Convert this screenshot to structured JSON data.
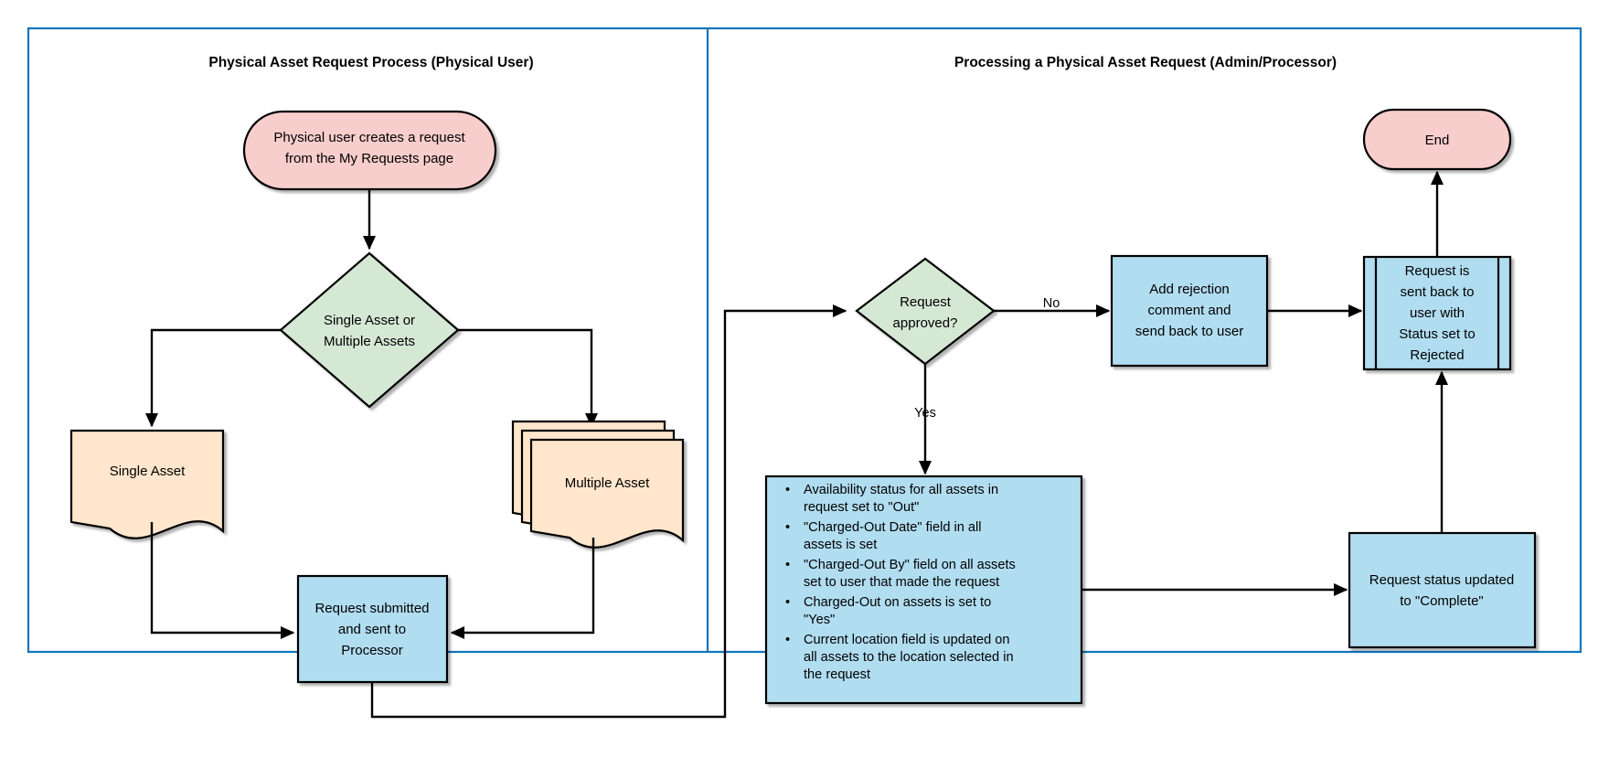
{
  "diagram": {
    "type": "flowchart",
    "panels": [
      {
        "id": "left",
        "title": "Physical Asset Request Process (Physical User)"
      },
      {
        "id": "right",
        "title": "Processing a Physical Asset Request (Admin/Processor)"
      }
    ],
    "colors": {
      "panel_border": "#0e76bc",
      "terminal_fill": "#f8cecc",
      "decision_fill": "#d5e8d4",
      "document_fill": "#ffe6cc",
      "process_fill": "#b1ddf0",
      "shape_stroke": "#000000",
      "connector": "#000000"
    },
    "nodes": [
      {
        "id": "start",
        "shape": "terminal",
        "panel": "left",
        "lines": [
          "Physical user creates a request",
          "from the My Requests page"
        ]
      },
      {
        "id": "single-or-multiple",
        "shape": "decision",
        "panel": "left",
        "lines": [
          "Single Asset or",
          "Multiple Assets"
        ]
      },
      {
        "id": "single-asset",
        "shape": "document",
        "panel": "left",
        "lines": [
          "Single Asset"
        ]
      },
      {
        "id": "multiple-asset",
        "shape": "multi-document",
        "panel": "left",
        "lines": [
          "Multiple Asset"
        ]
      },
      {
        "id": "request-submitted",
        "shape": "process",
        "panel": "left",
        "lines": [
          "Request submitted",
          "and sent to",
          "Processor"
        ]
      },
      {
        "id": "request-approved",
        "shape": "decision",
        "panel": "right",
        "lines": [
          "Request",
          "approved?"
        ]
      },
      {
        "id": "add-rejection-comment",
        "shape": "process",
        "panel": "right",
        "lines": [
          "Add rejection",
          "comment and",
          "send back to user"
        ]
      },
      {
        "id": "sent-back-rejected",
        "shape": "predefined-process",
        "panel": "right",
        "lines": [
          "Request is",
          "sent back to",
          "user with",
          "Status set to",
          "Rejected"
        ]
      },
      {
        "id": "end",
        "shape": "terminal",
        "panel": "right",
        "lines": [
          "End"
        ]
      },
      {
        "id": "asset-updates",
        "shape": "process",
        "panel": "right",
        "bullets": [
          [
            "Availability status for all assets in",
            "request set to \"Out\""
          ],
          [
            "\"Charged-Out Date\" field in all",
            "assets is set"
          ],
          [
            "\"Charged-Out By\" field on all assets",
            "set to user that made the request"
          ],
          [
            "Charged-Out on assets is set to",
            "\"Yes\""
          ],
          [
            "Current location field is updated on",
            "all assets to the location selected in",
            "the request"
          ]
        ]
      },
      {
        "id": "status-complete",
        "shape": "process",
        "panel": "right",
        "lines": [
          "Request status updated",
          "to \"Complete\""
        ]
      }
    ],
    "edge_labels": [
      {
        "id": "no-label",
        "text": "No"
      },
      {
        "id": "yes-label",
        "text": "Yes"
      }
    ]
  }
}
